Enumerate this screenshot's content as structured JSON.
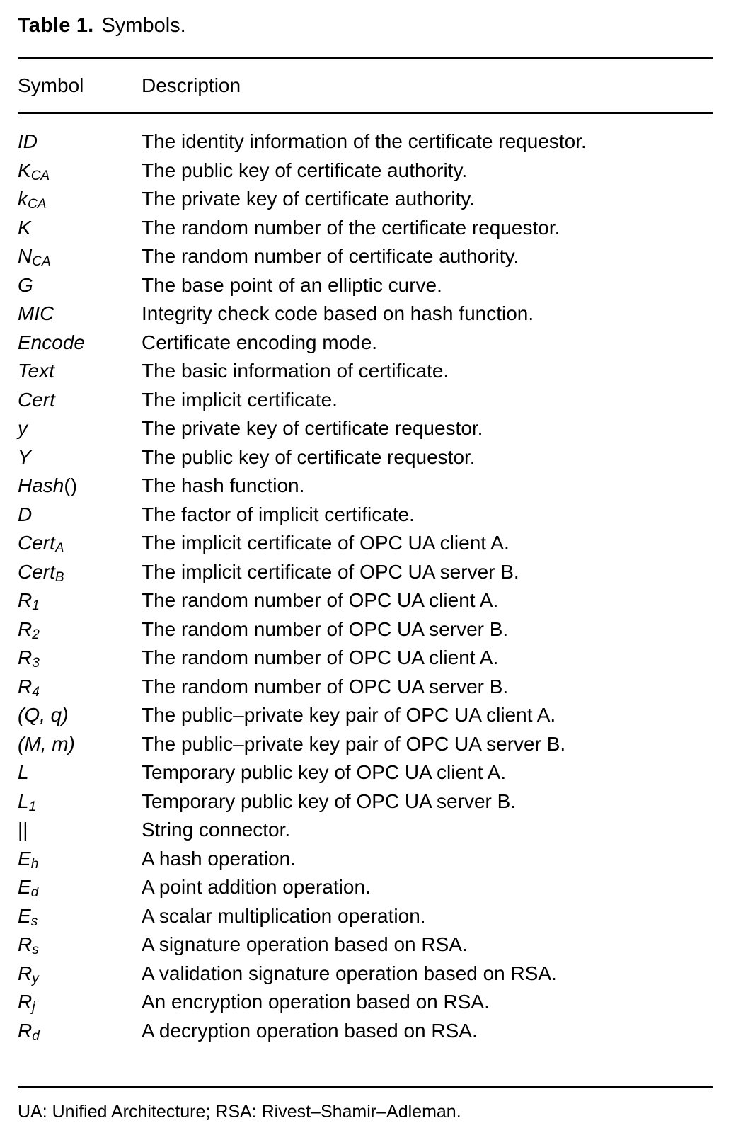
{
  "caption": {
    "label": "Table 1.",
    "text": "Symbols."
  },
  "columns": {
    "symbol": "Symbol",
    "description": "Description"
  },
  "rows": [
    {
      "symbol_base": "ID",
      "symbol_sub": "",
      "symbol_tail": "",
      "description": "The identity information of the certificate requestor."
    },
    {
      "symbol_base": "K",
      "symbol_sub": "CA",
      "symbol_tail": "",
      "description": "The public key of certificate authority."
    },
    {
      "symbol_base": "k",
      "symbol_sub": "CA",
      "symbol_tail": "",
      "description": "The private key of certificate authority."
    },
    {
      "symbol_base": "K",
      "symbol_sub": "",
      "symbol_tail": "",
      "description": "The random number of the certificate requestor."
    },
    {
      "symbol_base": "N",
      "symbol_sub": "CA",
      "symbol_tail": "",
      "description": "The random number of certificate authority."
    },
    {
      "symbol_base": "G",
      "symbol_sub": "",
      "symbol_tail": "",
      "description": "The base point of an elliptic curve."
    },
    {
      "symbol_base": "MIC",
      "symbol_sub": "",
      "symbol_tail": "",
      "description": "Integrity check code based on hash function."
    },
    {
      "symbol_base": "Encode",
      "symbol_sub": "",
      "symbol_tail": "",
      "description": "Certificate encoding mode."
    },
    {
      "symbol_base": "Text",
      "symbol_sub": "",
      "symbol_tail": "",
      "description": "The basic information of certificate."
    },
    {
      "symbol_base": "Cert",
      "symbol_sub": "",
      "symbol_tail": "",
      "description": "The implicit certificate."
    },
    {
      "symbol_base": "y",
      "symbol_sub": "",
      "symbol_tail": "",
      "description": "The private key of certificate requestor."
    },
    {
      "symbol_base": "Y",
      "symbol_sub": "",
      "symbol_tail": "",
      "description": "The public key of certificate requestor."
    },
    {
      "symbol_base": "Hash",
      "symbol_sub": "",
      "symbol_tail": "()",
      "description": "The hash function."
    },
    {
      "symbol_base": "D",
      "symbol_sub": "",
      "symbol_tail": "",
      "description": "The factor of implicit certificate."
    },
    {
      "symbol_base": "Cert",
      "symbol_sub": "A",
      "symbol_tail": "",
      "description": "The implicit certificate of OPC UA client A."
    },
    {
      "symbol_base": "Cert",
      "symbol_sub": "B",
      "symbol_tail": "",
      "description": "The implicit certificate of OPC UA server B."
    },
    {
      "symbol_base": "R",
      "symbol_sub": "1",
      "symbol_tail": "",
      "description": "The random number of OPC UA client A."
    },
    {
      "symbol_base": "R",
      "symbol_sub": "2",
      "symbol_tail": "",
      "description": "The random number of OPC UA server B."
    },
    {
      "symbol_base": "R",
      "symbol_sub": "3",
      "symbol_tail": "",
      "description": "The random number of OPC UA client A."
    },
    {
      "symbol_base": "R",
      "symbol_sub": "4",
      "symbol_tail": "",
      "description": "The random number of OPC UA server B."
    },
    {
      "symbol_base": "(Q, q)",
      "symbol_sub": "",
      "symbol_tail": "",
      "description": "The public–private key pair of OPC UA client A."
    },
    {
      "symbol_base": "(M, m)",
      "symbol_sub": "",
      "symbol_tail": "",
      "description": "The public–private key pair of OPC UA server B."
    },
    {
      "symbol_base": "L",
      "symbol_sub": "",
      "symbol_tail": "",
      "description": "Temporary public key of OPC UA client A."
    },
    {
      "symbol_base": "L",
      "symbol_sub": "1",
      "symbol_tail": "",
      "description": "Temporary public key of OPC UA server B."
    },
    {
      "symbol_base": "",
      "symbol_sub": "",
      "symbol_tail": "||",
      "description": "String connector."
    },
    {
      "symbol_base": "E",
      "symbol_sub": "h",
      "symbol_tail": "",
      "description": "A hash operation."
    },
    {
      "symbol_base": "E",
      "symbol_sub": "d",
      "symbol_tail": "",
      "description": "A point addition operation."
    },
    {
      "symbol_base": "E",
      "symbol_sub": "s",
      "symbol_tail": "",
      "description": "A scalar multiplication operation."
    },
    {
      "symbol_base": "R",
      "symbol_sub": "s",
      "symbol_tail": "",
      "description": "A signature operation based on RSA."
    },
    {
      "symbol_base": "R",
      "symbol_sub": "y",
      "symbol_tail": "",
      "description": "A validation signature operation based on RSA."
    },
    {
      "symbol_base": "R",
      "symbol_sub": "j",
      "symbol_tail": "",
      "description": "An encryption operation based on RSA."
    },
    {
      "symbol_base": "R",
      "symbol_sub": "d",
      "symbol_tail": "",
      "description": "A decryption operation based on RSA."
    }
  ],
  "footnote": "UA: Unified Architecture; RSA: Rivest–Shamir–Adleman."
}
